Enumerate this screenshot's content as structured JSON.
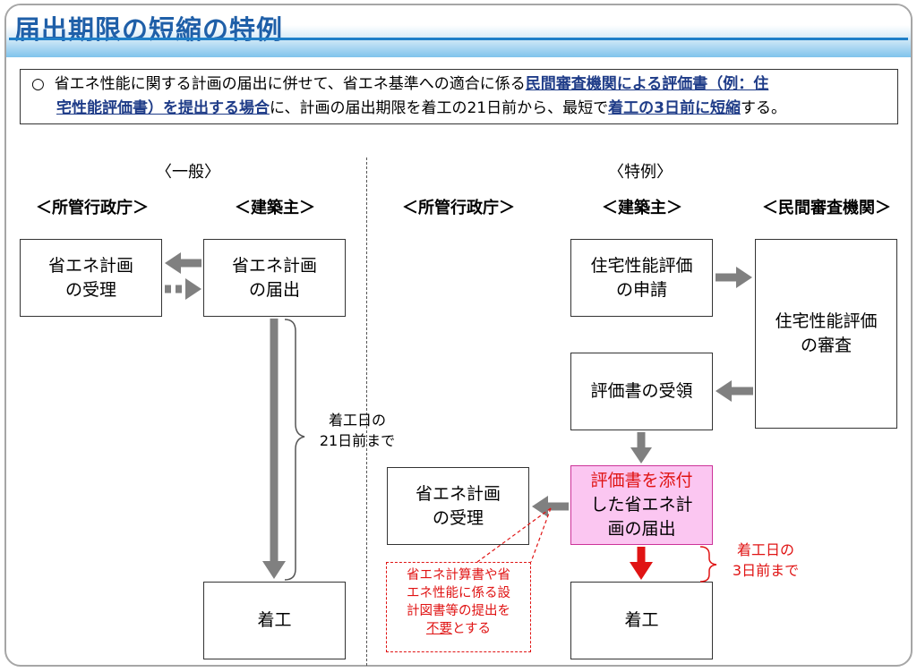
{
  "title": "届出期限の短縮の特例",
  "summary": {
    "bullet": "○",
    "part1": "省エネ性能に関する計画の届出に併せて、省エネ基準への適合に係る",
    "highlight1": "民間審査機関による評価書（例：住",
    "highlight1b": "宅性能評価書）を提出する場合",
    "part2": "に、計画の届出期限を着工の21日前から、最短で",
    "highlight2": "着工の3日前に短縮",
    "part3": "する。"
  },
  "general": {
    "label": "〈一般〉",
    "role_gov": "＜所管行政庁＞",
    "role_owner": "＜建築主＞",
    "box_receipt": "省エネ計画\nの受理",
    "box_submit": "省エネ計画\nの届出",
    "box_start": "着工",
    "deadline": "着工日の\n21日前まで"
  },
  "special": {
    "label": "〈特例〉",
    "role_gov": "＜所管行政庁＞",
    "role_owner": "＜建築主＞",
    "role_private": "＜民間審査機関＞",
    "box_apply": "住宅性能評価\nの申請",
    "box_review": "住宅性能評価\nの審査",
    "box_receive": "評価書の受領",
    "box_submit_line1": "評価書を添付",
    "box_submit_line2": "した省エネ計\n画の届出",
    "box_receipt": "省エネ計画\nの受理",
    "box_start": "着工",
    "deadline": "着工日の\n3日前まで",
    "note_main": "省エネ計算書や省\nエネ性能に係る設\n計図書等の提出を\n",
    "note_underline": "不要",
    "note_tail": "とする"
  },
  "colors": {
    "accent": "#1f5fa8",
    "highlight_text": "#1f3c88",
    "arrow_gray": "#808080",
    "red": "#e01414",
    "pink_fill": "#fbc6f1"
  }
}
